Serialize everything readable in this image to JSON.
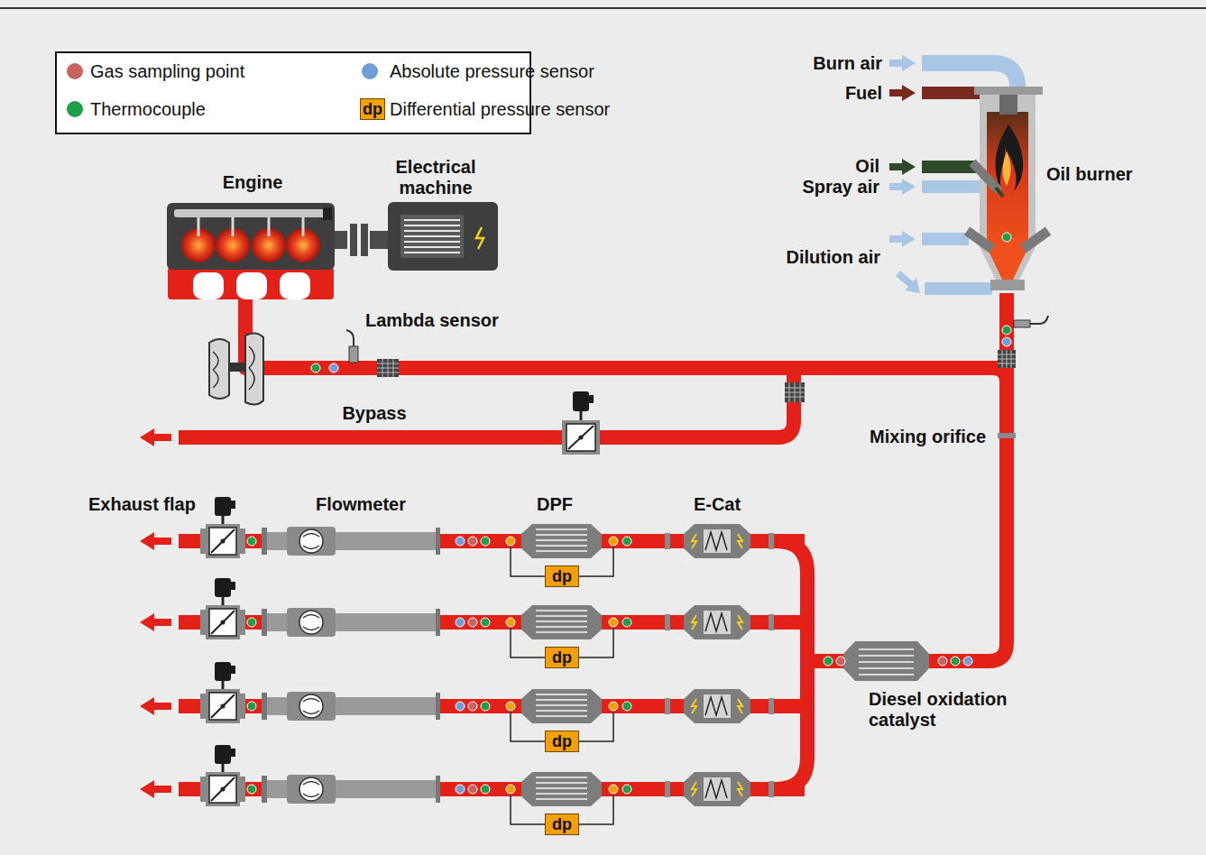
{
  "diagram": {
    "nodes": [
      {
        "text": [
          "dp"
        ]
      },
      {
        "text": [
          "dp"
        ]
      },
      {
        "text": [
          "dp"
        ]
      },
      {
        "text": [
          "dp"
        ]
      }
    ],
    "labels": [
      "Engine",
      "Electrical machine",
      "Lambda sensor",
      "Burn air",
      "Fuel",
      "Oil",
      "Spray air",
      "Oil burner",
      "Dilution air",
      "Bypass",
      "Mixing orifice",
      "Exhaust flap",
      "Flowmeter",
      "DPF",
      "E-Cat",
      "Diesel oxidation catalyst",
      "dp"
    ],
    "legend": [
      {
        "text": "Gas sampling point",
        "color": "#c8645f"
      },
      {
        "text": "Absolute pressure sensor",
        "color": "#6f9fd6"
      },
      {
        "text": "Thermocouple",
        "color": "#1e9e48"
      },
      {
        "text": "Differential pressure sensor",
        "color": "#f5a000"
      }
    ]
  }
}
